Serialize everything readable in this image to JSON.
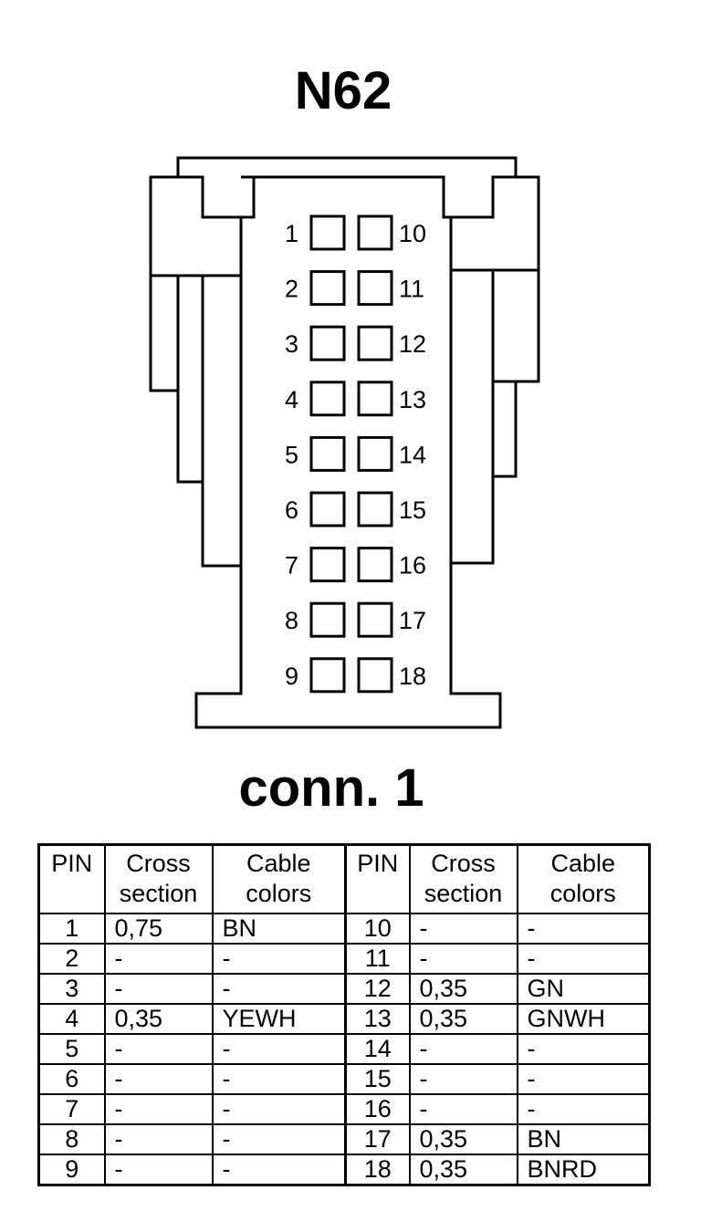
{
  "title": "N62",
  "subtitle": "conn. 1",
  "connector": {
    "left_pins": [
      "1",
      "2",
      "3",
      "4",
      "5",
      "6",
      "7",
      "8",
      "9"
    ],
    "right_pins": [
      "10",
      "11",
      "12",
      "13",
      "14",
      "15",
      "16",
      "17",
      "18"
    ]
  },
  "table": {
    "headers": {
      "pin": "PIN",
      "cross_line1": "Cross",
      "cross_line2": "section",
      "color_line1": "Cable",
      "color_line2": "colors"
    },
    "rows": [
      {
        "pin_a": "1",
        "cross_a": "0,75",
        "color_a": "BN",
        "pin_b": "10",
        "cross_b": "-",
        "color_b": "-"
      },
      {
        "pin_a": "2",
        "cross_a": "-",
        "color_a": "-",
        "pin_b": "11",
        "cross_b": "-",
        "color_b": "-"
      },
      {
        "pin_a": "3",
        "cross_a": "-",
        "color_a": "-",
        "pin_b": "12",
        "cross_b": "0,35",
        "color_b": "GN"
      },
      {
        "pin_a": "4",
        "cross_a": "0,35",
        "color_a": "YEWH",
        "pin_b": "13",
        "cross_b": "0,35",
        "color_b": "GNWH"
      },
      {
        "pin_a": "5",
        "cross_a": "-",
        "color_a": "-",
        "pin_b": "14",
        "cross_b": "-",
        "color_b": "-"
      },
      {
        "pin_a": "6",
        "cross_a": "-",
        "color_a": "-",
        "pin_b": "15",
        "cross_b": "-",
        "color_b": "-"
      },
      {
        "pin_a": "7",
        "cross_a": "-",
        "color_a": "-",
        "pin_b": "16",
        "cross_b": "-",
        "color_b": "-"
      },
      {
        "pin_a": "8",
        "cross_a": "-",
        "color_a": "-",
        "pin_b": "17",
        "cross_b": "0,35",
        "color_b": "BN"
      },
      {
        "pin_a": "9",
        "cross_a": "-",
        "color_a": "-",
        "pin_b": "18",
        "cross_b": "0,35",
        "color_b": "BNRD"
      }
    ]
  }
}
